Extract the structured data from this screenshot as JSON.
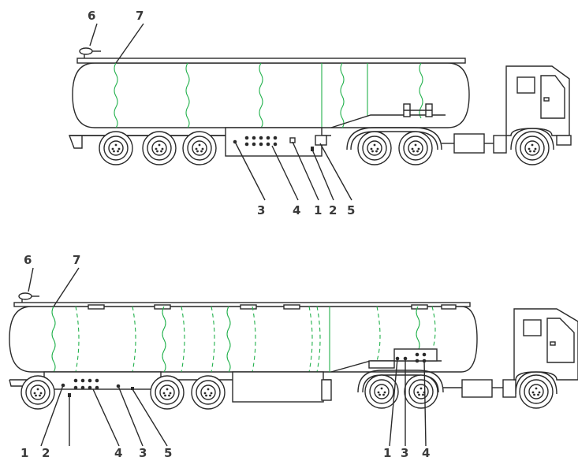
{
  "colors": {
    "line": "#2a2a2a",
    "partition": "#22b14c",
    "label": "#3a3a3a"
  },
  "diagrams": [
    {
      "id": "top-tanker",
      "callouts": [
        {
          "text": "6"
        },
        {
          "text": "7"
        },
        {
          "text": "3"
        },
        {
          "text": "4"
        },
        {
          "text": "1"
        },
        {
          "text": "2"
        },
        {
          "text": "5"
        }
      ]
    },
    {
      "id": "bottom-tanker",
      "callouts": [
        {
          "text": "6"
        },
        {
          "text": "7"
        },
        {
          "text": "1"
        },
        {
          "text": "2"
        },
        {
          "text": "4"
        },
        {
          "text": "3"
        },
        {
          "text": "5"
        },
        {
          "text": "1"
        },
        {
          "text": "3"
        },
        {
          "text": "4"
        }
      ]
    }
  ]
}
